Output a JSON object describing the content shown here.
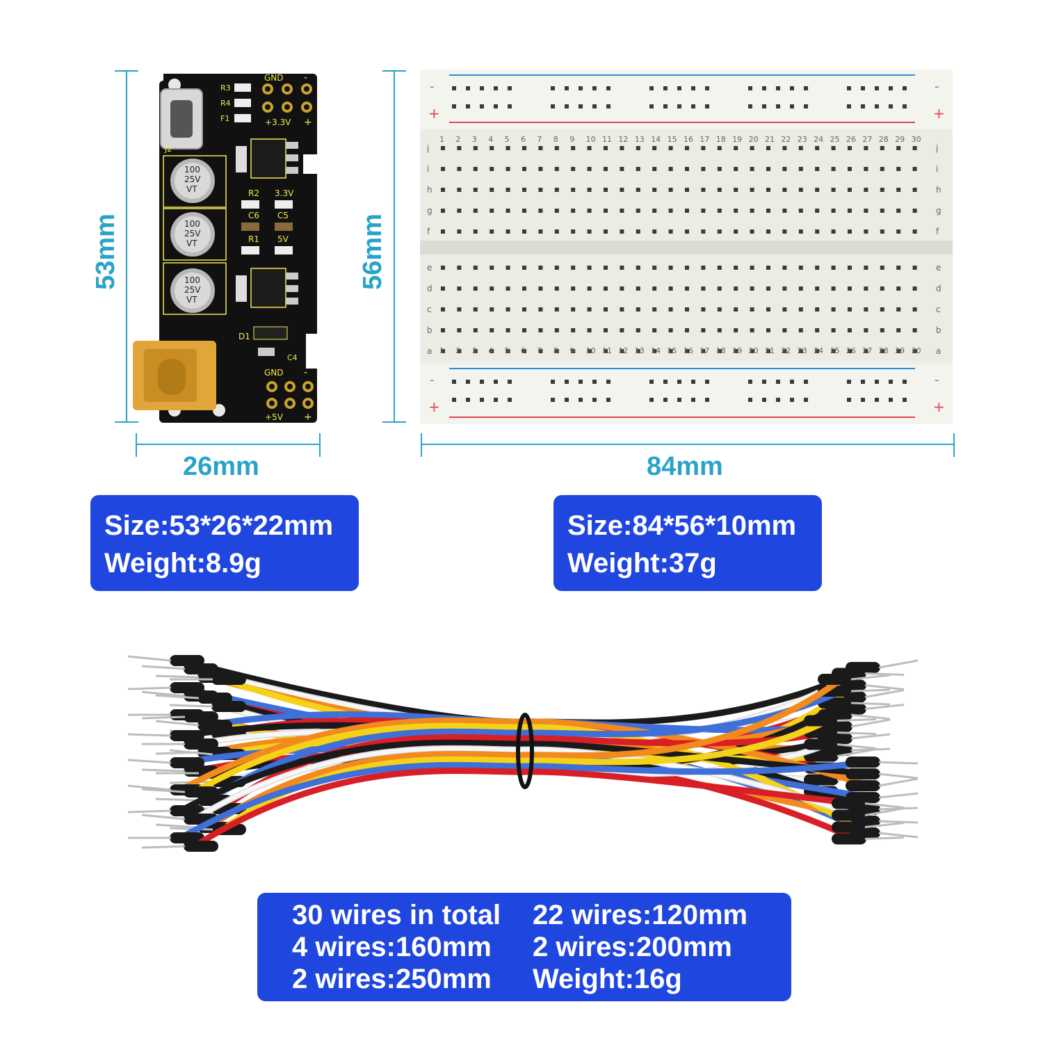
{
  "power_module": {
    "height_label": "53mm",
    "width_label": "26mm",
    "size": "Size:53*26*22mm",
    "weight": "Weight:8.9g",
    "silkscreen": {
      "gnd_top": "GND",
      "minus_top": "-",
      "plus33": "+3.3V",
      "plus_top": "+",
      "r3": "R3",
      "r4": "R4",
      "f1": "F1",
      "j2": "J2",
      "cap": [
        "100",
        "25V",
        "VT"
      ],
      "r2": "R2",
      "v33": "3.3V",
      "c6": "C6",
      "c5": "C5",
      "r1": "R1",
      "v5": "5V",
      "d1": "D1",
      "c4": "C4",
      "gnd_bot": "GND",
      "minus_bot": "-",
      "plus5": "+5V",
      "plus_bot": "+"
    }
  },
  "breadboard": {
    "height_label": "56mm",
    "width_label": "84mm",
    "size": "Size:84*56*10mm",
    "weight": "Weight:37g",
    "rail_minus": "-",
    "rail_plus": "+",
    "top_rows": [
      "j",
      "i",
      "h",
      "g",
      "f"
    ],
    "bottom_rows": [
      "e",
      "d",
      "c",
      "b",
      "a"
    ],
    "columns": 30
  },
  "wires": {
    "line1_left": "30 wires in total",
    "line1_right": "22 wires:120mm",
    "line2_left": "4 wires:160mm",
    "line2_right": "2 wires:200mm",
    "line3_left": "2 wires:250mm",
    "line3_right": "Weight:16g"
  },
  "colors": {
    "accent": "#2aa3c9",
    "box": "#2046e0",
    "pcb": "#111111",
    "silk": "#f2e94e",
    "wire_colors": [
      "#1a1a1a",
      "#f5f5f5",
      "#f28a1e",
      "#f5d21a",
      "#3f6fd8",
      "#d91f26"
    ]
  }
}
